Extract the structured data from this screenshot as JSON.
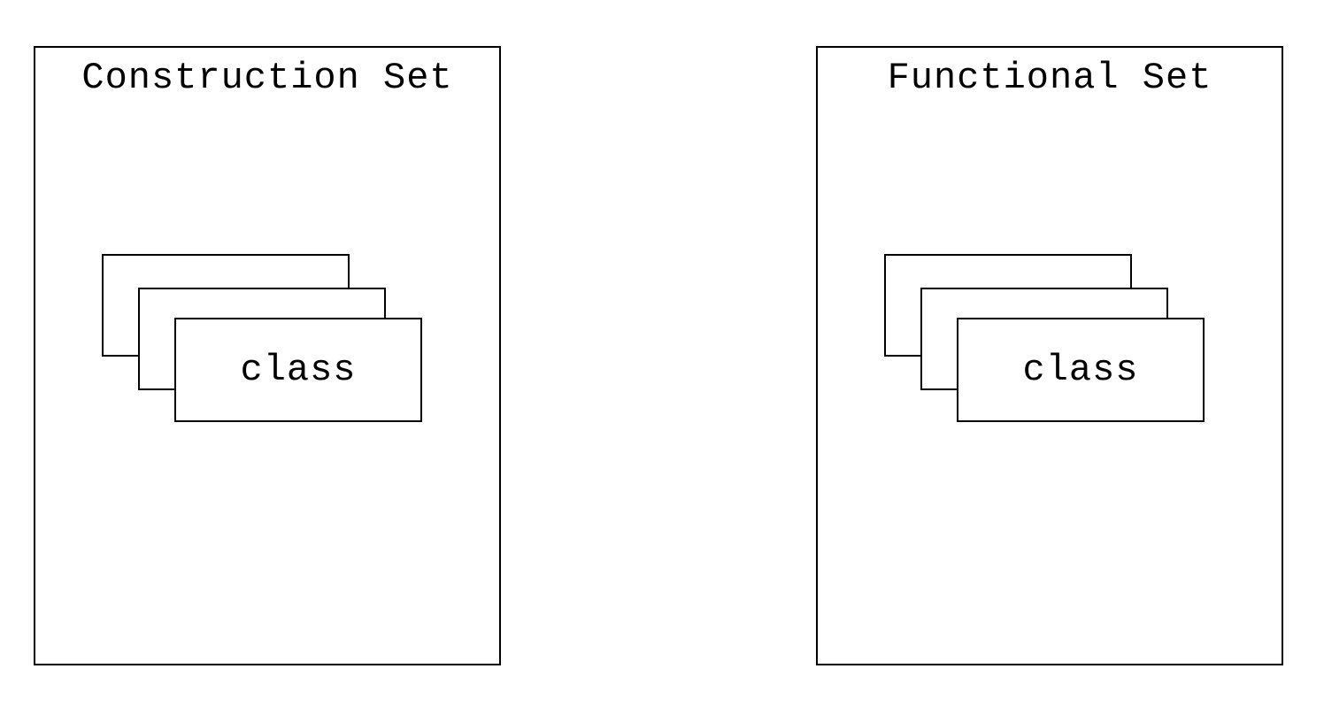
{
  "sets": [
    {
      "title": "Construction Set",
      "card_label": "class"
    },
    {
      "title": "Functional Set",
      "card_label": "class"
    }
  ]
}
